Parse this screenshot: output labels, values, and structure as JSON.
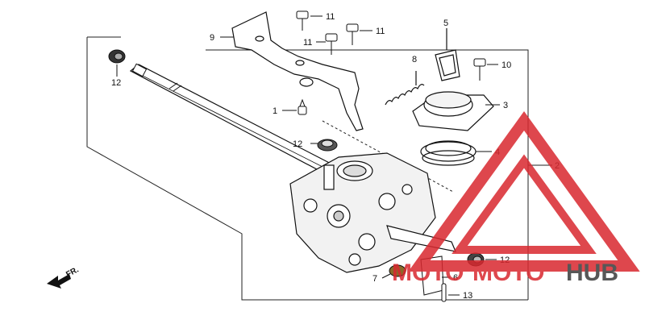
{
  "callouts": {
    "c1": "1",
    "c2": "2",
    "c3": "3",
    "c4": "4",
    "c5": "5",
    "c6": "6",
    "c7": "7",
    "c8": "8",
    "c9": "9",
    "c10": "10",
    "c11a": "11",
    "c11b": "11",
    "c11c": "11",
    "c12a": "12",
    "c12b": "12",
    "c12c": "12",
    "c13": "13"
  },
  "direction": {
    "label": "FR."
  },
  "watermark": {
    "text_part1": "MOTO",
    "text_part2": "MOTO",
    "text_part3": "HUB",
    "accent_color": "#d9282f",
    "dark_color": "#3a3a3a"
  }
}
